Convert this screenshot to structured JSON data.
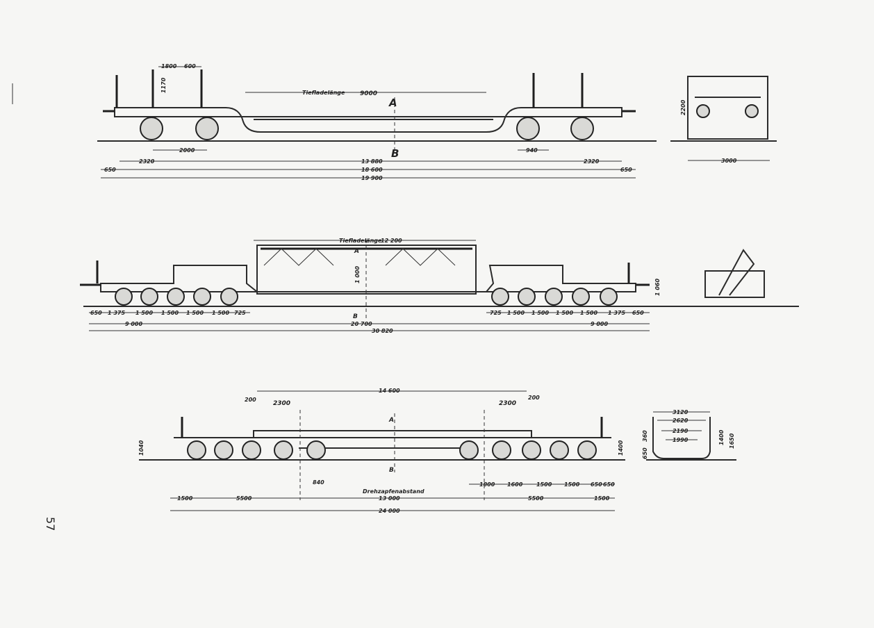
{
  "page_number": "57",
  "drawing1": {
    "load_length_label": "Tiefladelänge",
    "load_length": "9000",
    "section_a": "A",
    "section_b": "B",
    "dims": {
      "stanchion_1": "1800",
      "stanchion_2": "600",
      "height_stanchion": "1170",
      "bogie_wheelbase": "2000",
      "bogie_left": "2320",
      "bogie_right": "2320",
      "pivot_distance": "13 880",
      "frame_length": "18 600",
      "overall_length": "19 900",
      "buffer_left": "650",
      "buffer_right": "650",
      "wheel_dim": "940",
      "end_width": "3000",
      "end_height": "2200"
    }
  },
  "drawing2": {
    "load_length_label": "Tiefladelänge",
    "load_length": "12 200",
    "section_a": "A",
    "section_b": "B",
    "left_dims": [
      "650",
      "1 375",
      "1 500",
      "1 500",
      "1 500",
      "1 500",
      "725"
    ],
    "right_dims": [
      "725",
      "1 500",
      "1 500",
      "1 500",
      "1 500",
      "1 375",
      "650"
    ],
    "left_group": "9 000",
    "right_group": "9 000",
    "pivot_distance": "20 700",
    "overall_length": "30 820",
    "deck_height": "1 000",
    "buffer_height": "1 060"
  },
  "drawing3": {
    "load_length": "14 600",
    "section_a": "A",
    "section_b": "B",
    "dims": {
      "offset_left": "200",
      "offset_right": "200",
      "inner_left": "2300",
      "inner_right": "2300",
      "height_left": "1040",
      "height_right": "1400",
      "wheel_dim": "840",
      "pivot_label": "Drehzapfenabstand",
      "pivot_distance": "13 000",
      "end_left": "1500",
      "bogie_left": "5500",
      "bogie_right": "5500",
      "end_right": "1500",
      "overall_length": "24 000",
      "axle_dims": [
        "1800",
        "1600",
        "1500",
        "1500",
        "650",
        "650"
      ]
    },
    "end_view": [
      "3120",
      "2620",
      "2190",
      "1990",
      "1400",
      "1650",
      "650",
      "360"
    ]
  }
}
